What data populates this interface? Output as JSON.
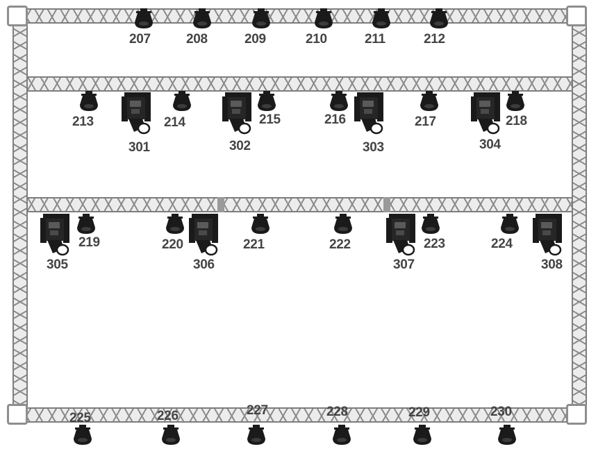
{
  "icons": {
    "par": "par-can-light-icon",
    "moving_head": "moving-head-light-icon"
  },
  "colors": {
    "fixture": "#1a1a1a",
    "truss": "#8a8a8a",
    "label": "#444444"
  },
  "fixtures": {
    "f207": "207",
    "f208": "208",
    "f209": "209",
    "f210": "210",
    "f211": "211",
    "f212": "212",
    "f213": "213",
    "f214": "214",
    "f215": "215",
    "f216": "216",
    "f217": "217",
    "f218": "218",
    "f301": "301",
    "f302": "302",
    "f303": "303",
    "f304": "304",
    "f219": "219",
    "f220": "220",
    "f221": "221",
    "f222": "222",
    "f223": "223",
    "f224": "224",
    "f305": "305",
    "f306": "306",
    "f307": "307",
    "f308": "308",
    "f225": "225",
    "f226": "226",
    "f227": "227",
    "f228": "228",
    "f229": "229",
    "f230": "230"
  }
}
